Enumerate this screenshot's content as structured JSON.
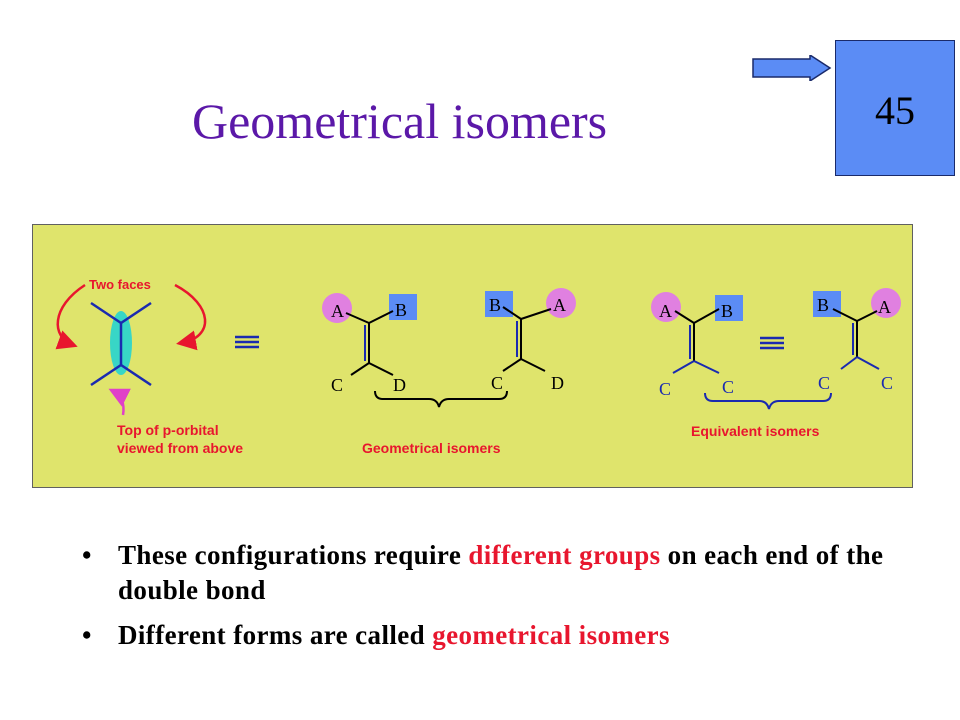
{
  "slide": {
    "title": "Geometrical isomers",
    "number": "45",
    "colors": {
      "title": "#5b18a8",
      "panel": "#dfe46c",
      "number_box": "#5b8cf5",
      "highlight": "#e8162e",
      "bond": "#2030c0"
    }
  },
  "diagram": {
    "two_faces_label": "Two faces",
    "porbital_caption_line1": "Top of p-orbital",
    "porbital_caption_line2": "viewed from above",
    "molecule_labels": {
      "m1_a": "A",
      "m1_b": "B",
      "m1_c": "C",
      "m1_d": "D",
      "m2_b": "B",
      "m2_a": "A",
      "m2_c": "C",
      "m2_d": "D",
      "m3_a": "A",
      "m3_b": "B",
      "m3_c1": "C",
      "m3_c2": "C",
      "m4_b": "B",
      "m4_a": "A",
      "m4_c1": "C",
      "m4_c2": "C"
    },
    "geometrical_caption": "Geometrical isomers",
    "equivalent_caption": "Equivalent isomers"
  },
  "bullets": [
    {
      "before": "These configurations require ",
      "highlight": "different groups",
      "after": " on each end of the double bond"
    },
    {
      "before": "Different forms are called ",
      "highlight": "geometrical isomers",
      "after": ""
    }
  ]
}
